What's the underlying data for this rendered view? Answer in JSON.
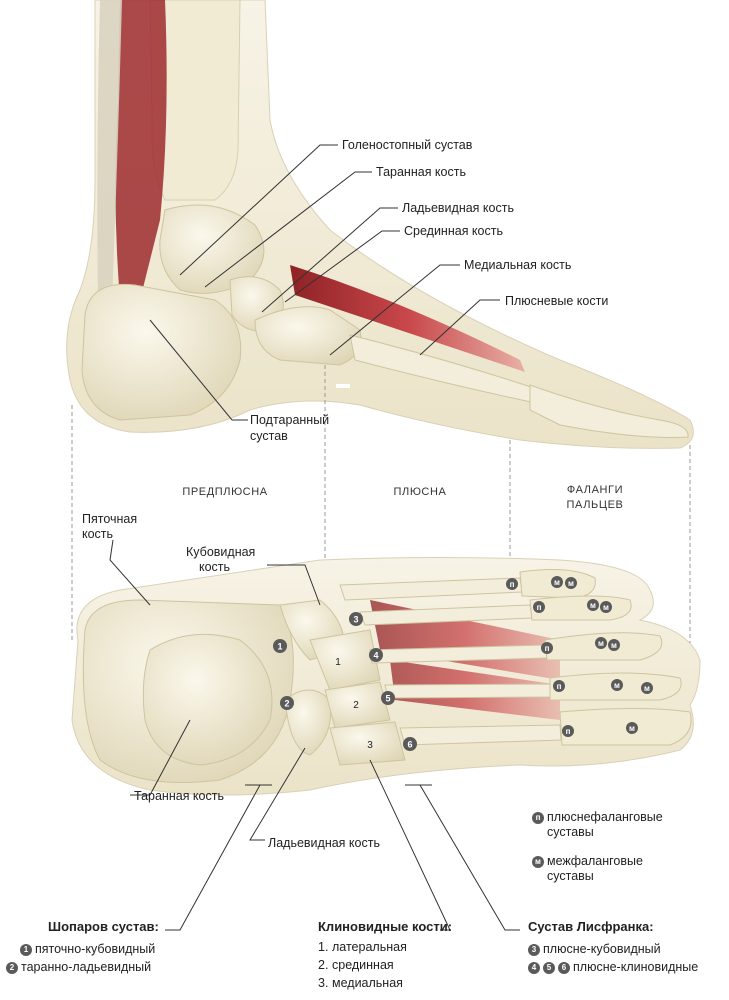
{
  "sections": {
    "tarsus": "ПРЕДПЛЮСНА",
    "metatarsus": "ПЛЮСНА",
    "phalanges_line1": "ФАЛАНГИ",
    "phalanges_line2": "ПАЛЬЦЕВ"
  },
  "side_view_labels": {
    "ankle_joint": "Голеностопный сустав",
    "talus": "Таранная кость",
    "navicular": "Ладьевидная кость",
    "intermediate_cuneiform": "Срединная кость",
    "medial_cuneiform": "Медиальная кость",
    "metatarsals": "Плюсневые кости",
    "subtalar_line1": "Подтаранный",
    "subtalar_line2": "сустав"
  },
  "bottom_view_labels": {
    "calcaneus_line1": "Пяточная",
    "calcaneus_line2": "кость",
    "cuboid_line1": "Кубовидная",
    "cuboid_line2": "кость",
    "talus": "Таранная кость",
    "navicular": "Ладьевидная кость"
  },
  "bone_markers": {
    "m1": "1",
    "m2": "2",
    "m3": "3",
    "m4": "4",
    "m5": "5",
    "m6": "6",
    "b1": "1",
    "b2": "2",
    "b3": "3",
    "p": "п",
    "m": "м"
  },
  "legend": {
    "mtp_line1": "плюснефаланговые",
    "mtp_line2": "суставы",
    "ip_line1": "межфаланговые",
    "ip_line2": "суставы",
    "chopart_title": "Шопаров сустав:",
    "chopart_1": "пяточно-кубовидный",
    "chopart_2": "таранно-ладьевидный",
    "cuneiform_title": "Клиновидные кости:",
    "cuneiform_1": "латеральная",
    "cuneiform_2": "срединная",
    "cuneiform_3": "медиальная",
    "cuneiform_n1": "1.",
    "cuneiform_n2": "2.",
    "cuneiform_n3": "3.",
    "lisfranc_title": "Сустав Лисфранка:",
    "lisfranc_1": "плюсне-кубовидный",
    "lisfranc_2": "плюсне-клиновидные"
  },
  "colors": {
    "bone": "#efe8cf",
    "bone_shadow": "#d8cfae",
    "skin": "#f4efdf",
    "muscle": "#b8363a",
    "line": "#333333",
    "badge": "#5a5a5a"
  }
}
